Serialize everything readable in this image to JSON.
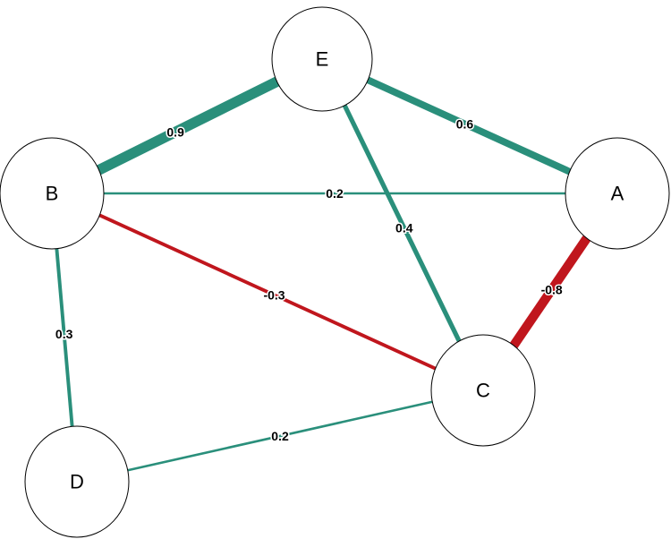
{
  "colors": {
    "positive": "#2a8f7b",
    "negative": "#c0161d"
  },
  "nodes": [
    {
      "id": "E",
      "label": "E"
    },
    {
      "id": "B",
      "label": "B"
    },
    {
      "id": "A",
      "label": "A"
    },
    {
      "id": "C",
      "label": "C"
    },
    {
      "id": "D",
      "label": "D"
    }
  ],
  "edges": [
    {
      "from": "B",
      "to": "E",
      "weight": 0.9,
      "label": "0.9"
    },
    {
      "from": "E",
      "to": "A",
      "weight": 0.6,
      "label": "0.6"
    },
    {
      "from": "B",
      "to": "A",
      "weight": 0.2,
      "label": "0.2"
    },
    {
      "from": "E",
      "to": "C",
      "weight": 0.4,
      "label": "0.4"
    },
    {
      "from": "B",
      "to": "C",
      "weight": -0.3,
      "label": "-0.3"
    },
    {
      "from": "A",
      "to": "C",
      "weight": -0.8,
      "label": "-0.8"
    },
    {
      "from": "B",
      "to": "D",
      "weight": 0.3,
      "label": "0.3"
    },
    {
      "from": "D",
      "to": "C",
      "weight": 0.2,
      "label": "0.2"
    }
  ]
}
